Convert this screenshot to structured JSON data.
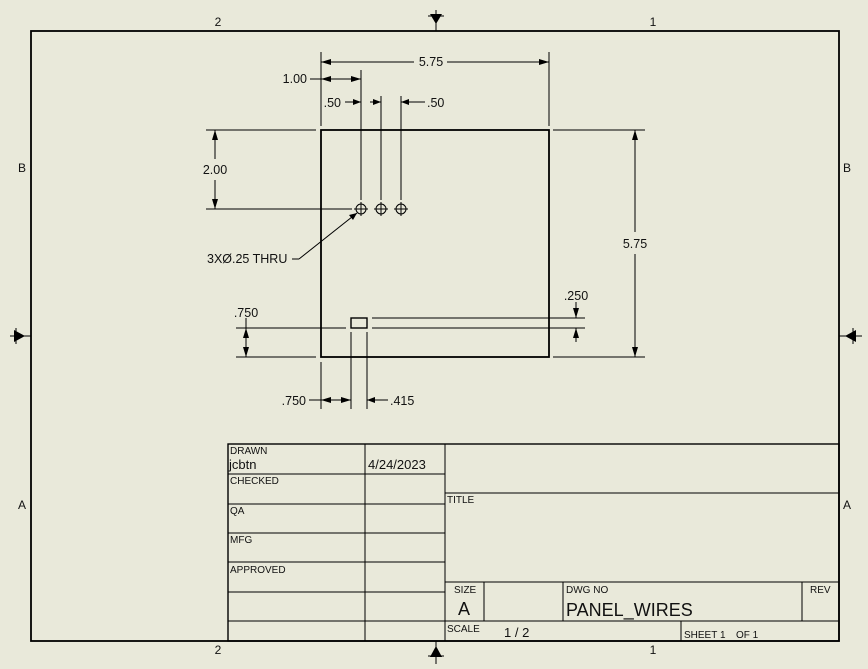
{
  "zones": {
    "top_left": "2",
    "top_right": "1",
    "bottom_left": "2",
    "bottom_right": "1",
    "left_upper": "B",
    "left_lower": "A",
    "right_upper": "B",
    "right_lower": "A"
  },
  "dimensions": {
    "overall_width": "5.75",
    "overall_height": "5.75",
    "hole1_x": "1.00",
    "hole_spacing_left": ".50",
    "hole_spacing_right": ".50",
    "holes_y": "2.00",
    "hole_callout": "3XØ.25 THRU",
    "slot_y": ".750",
    "slot_x": ".750",
    "slot_width": ".415",
    "slot_height": ".250"
  },
  "title_block": {
    "drawn_label": "DRAWN",
    "drawn_by": "jcbtn",
    "drawn_date": "4/24/2023",
    "checked_label": "CHECKED",
    "qa_label": "QA",
    "mfg_label": "MFG",
    "approved_label": "APPROVED",
    "title_label": "TITLE",
    "size_label": "SIZE",
    "size_value": "A",
    "dwg_no_label": "DWG NO",
    "dwg_no_value": "PANEL_WIRES",
    "rev_label": "REV",
    "scale_label": "SCALE",
    "scale_value": "1 / 2",
    "sheet_text": "SHEET 1",
    "of_text": "OF 1"
  }
}
